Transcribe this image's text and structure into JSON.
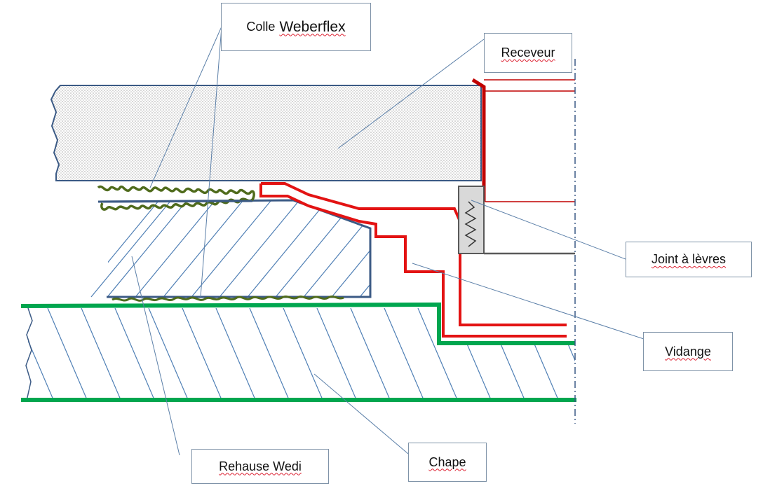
{
  "labels": {
    "colle_prefix": "Colle",
    "colle_product": "Weberflex",
    "receveur": "Receveur",
    "joint": "Joint à lèvres",
    "vidange": "Vidange",
    "rehause": "Rehause Wedi",
    "chape": "Chape"
  },
  "colors": {
    "outline": "#3b5a85",
    "hatch": "#4f7fb5",
    "red": "#e31313",
    "darkred": "#c00000",
    "green": "#00a64f",
    "glue": "#4f6b1c",
    "leader": "#5b7fa8",
    "gray": "#595959",
    "joint_fill": "#d9d9d9"
  }
}
